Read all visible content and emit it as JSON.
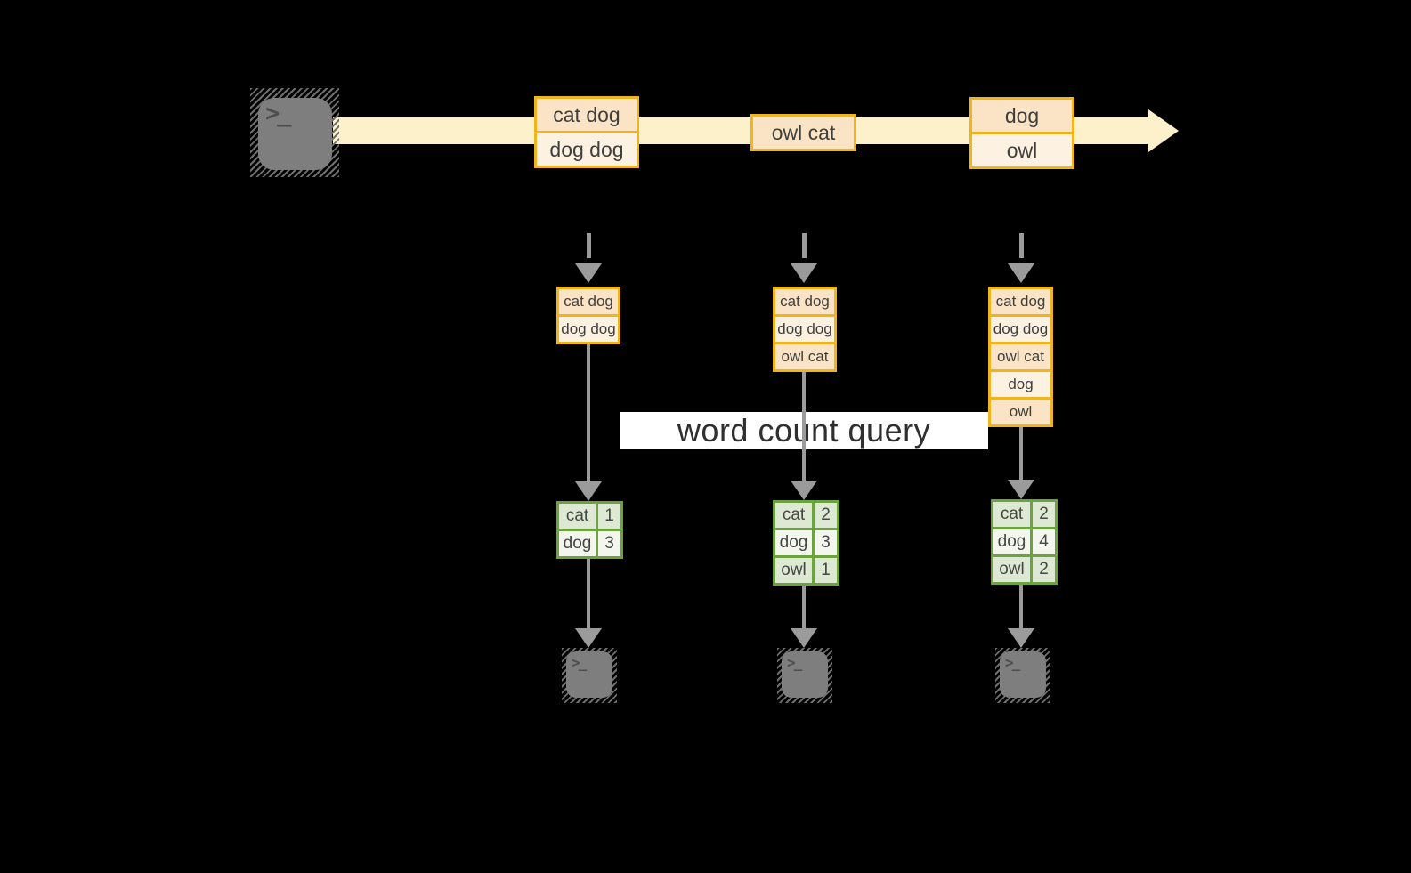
{
  "query_label": "word count query",
  "glyphs": {
    "terminal_prompt": ">_"
  },
  "stream": {
    "events": [
      {
        "rows": [
          "cat dog",
          "dog dog"
        ]
      },
      {
        "rows": [
          "owl cat"
        ]
      },
      {
        "rows": [
          "dog",
          "owl"
        ]
      }
    ]
  },
  "consumers": [
    {
      "buffer": [
        "cat dog",
        "dog dog"
      ],
      "counts": [
        [
          "cat",
          "1"
        ],
        [
          "dog",
          "3"
        ]
      ]
    },
    {
      "buffer": [
        "cat dog",
        "dog dog",
        "owl cat"
      ],
      "counts": [
        [
          "cat",
          "2"
        ],
        [
          "dog",
          "3"
        ],
        [
          "owl",
          "1"
        ]
      ]
    },
    {
      "buffer": [
        "cat dog",
        "dog dog",
        "owl cat",
        "dog",
        "owl"
      ],
      "counts": [
        [
          "cat",
          "2"
        ],
        [
          "dog",
          "4"
        ],
        [
          "owl",
          "2"
        ]
      ]
    }
  ],
  "colors": {
    "background": "#000000",
    "stream_band": "#fcf1cb",
    "event_border": "#f0b41e",
    "event_fill_dark": "#fbe4c5",
    "event_fill_light": "#fdf2e2",
    "count_border": "#6da33e",
    "count_fill_dark": "#dde9d2",
    "count_fill_light": "#f2f6ec",
    "arrow": "#9b9b9b",
    "terminal_body": "#7e7e7e",
    "label_background": "#ffffff",
    "text": "#3f3f3f"
  }
}
